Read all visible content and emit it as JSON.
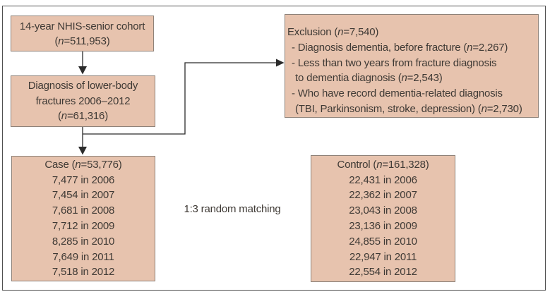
{
  "figure": {
    "type": "study-flowchart",
    "theme": {
      "box-fill": "#e7c3ae",
      "box-border": "#8e8279",
      "frame-border": "#4f4f4f",
      "text-color": "#3f3a35",
      "line-color": "#2b2b2b"
    },
    "cohort_box": {
      "line1": "14-year NHIS-senior cohort",
      "line2": "(n=511,953)"
    },
    "fracture_box": {
      "line1": "Diagnosis of lower-body",
      "line2": "fractures 2006–2012",
      "line3": "(n=61,316)"
    },
    "exclusion_box": {
      "title": "Exclusion (n=7,540)",
      "item1": "- Diagnosis dementia, before fracture (n=2,267)",
      "item2": "- Less than two years from fracture diagnosis",
      "item2_cont": "to dementia diagnosis (n=2,543)",
      "item3": "- Who have record dementia-related diagnosis",
      "item3_cont": "(TBI, Parkinsonism, stroke, depression) (n=2,730)"
    },
    "case_box": {
      "title": "Case (n=53,776)",
      "rows": [
        "7,477 in 2006",
        "7,454 in 2007",
        "7,681 in 2008",
        "7,712 in 2009",
        "8,285 in 2010",
        "7,649 in 2011",
        "7,518 in 2012"
      ]
    },
    "control_box": {
      "title": "Control (n=161,328)",
      "rows": [
        "22,431 in 2006",
        "22,362 in 2007",
        "23,043 in 2008",
        "23,136 in 2009",
        "24,855 in 2010",
        "22,947 in 2011",
        "22,554 in 2012"
      ]
    },
    "matching_label": "1:3 random matching"
  }
}
